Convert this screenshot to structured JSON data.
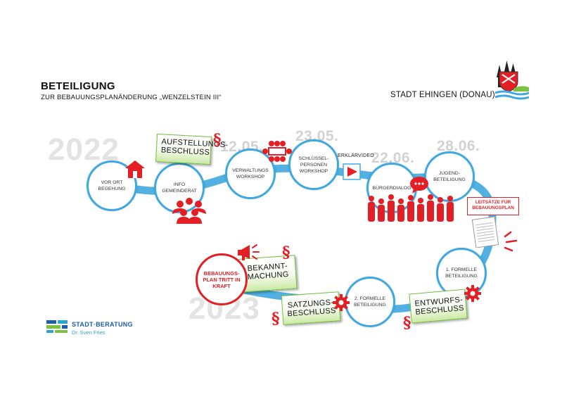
{
  "header": {
    "title": "BETEILIGUNG",
    "subtitle": "ZUR BEBAUUNGSPLANÄNDERUNG „WENZELSTEIN III“",
    "city": "STADT EHINGEN (DONAU)"
  },
  "years": {
    "y2022": "2022",
    "y2023": "2023"
  },
  "dates": {
    "d1": "12.05.",
    "d2": "23.05.",
    "d3": "22.06.",
    "d4": "28.06."
  },
  "steps": {
    "vor_ort": "VOR ORT\nBEGEHUNG",
    "info": "INFO\nGEMEINDERAT",
    "verwaltung": "VERWALTUNGS\nWORKSHOP",
    "schluessel": "SCHLÜSSEL-\nPERSONEN\nWORKSHOP",
    "buerger": "BÜRGERDIALOG",
    "jugend": "JUGEND-\nBETEILIGUNG",
    "formelle1": "1. FORMELLE\nBETEILIGUNG",
    "formelle2": "2. FORMELLE\nBETEILIGUNG"
  },
  "boxes": {
    "aufstellung": "AUFSTELLUNGS-\nBESCHLUSS",
    "bekannt": "BEKANNT-\nMACHUNG",
    "satzung": "SATZUNGS-\nBESCHLUSS",
    "entwurf": "ENTWURFS-\nBESCHLUSS"
  },
  "labels": {
    "erklaervideo": "ERKLÄRVIDEO",
    "leitsaetze": "LEITSÄTZE FÜR\nBEBAUUNGSPLAN",
    "final": "BEBAUUNGS-\nPLAN TRITT IN\nKRAFT",
    "paragraph": "§"
  },
  "logo": {
    "title": "STADT·BERATUNG",
    "subtitle": "Dr. Sven Fries"
  },
  "colors": {
    "path": "#3fa8df",
    "red": "#e31e24",
    "green": "#6fbf3a",
    "year": "#e3e3e3"
  }
}
